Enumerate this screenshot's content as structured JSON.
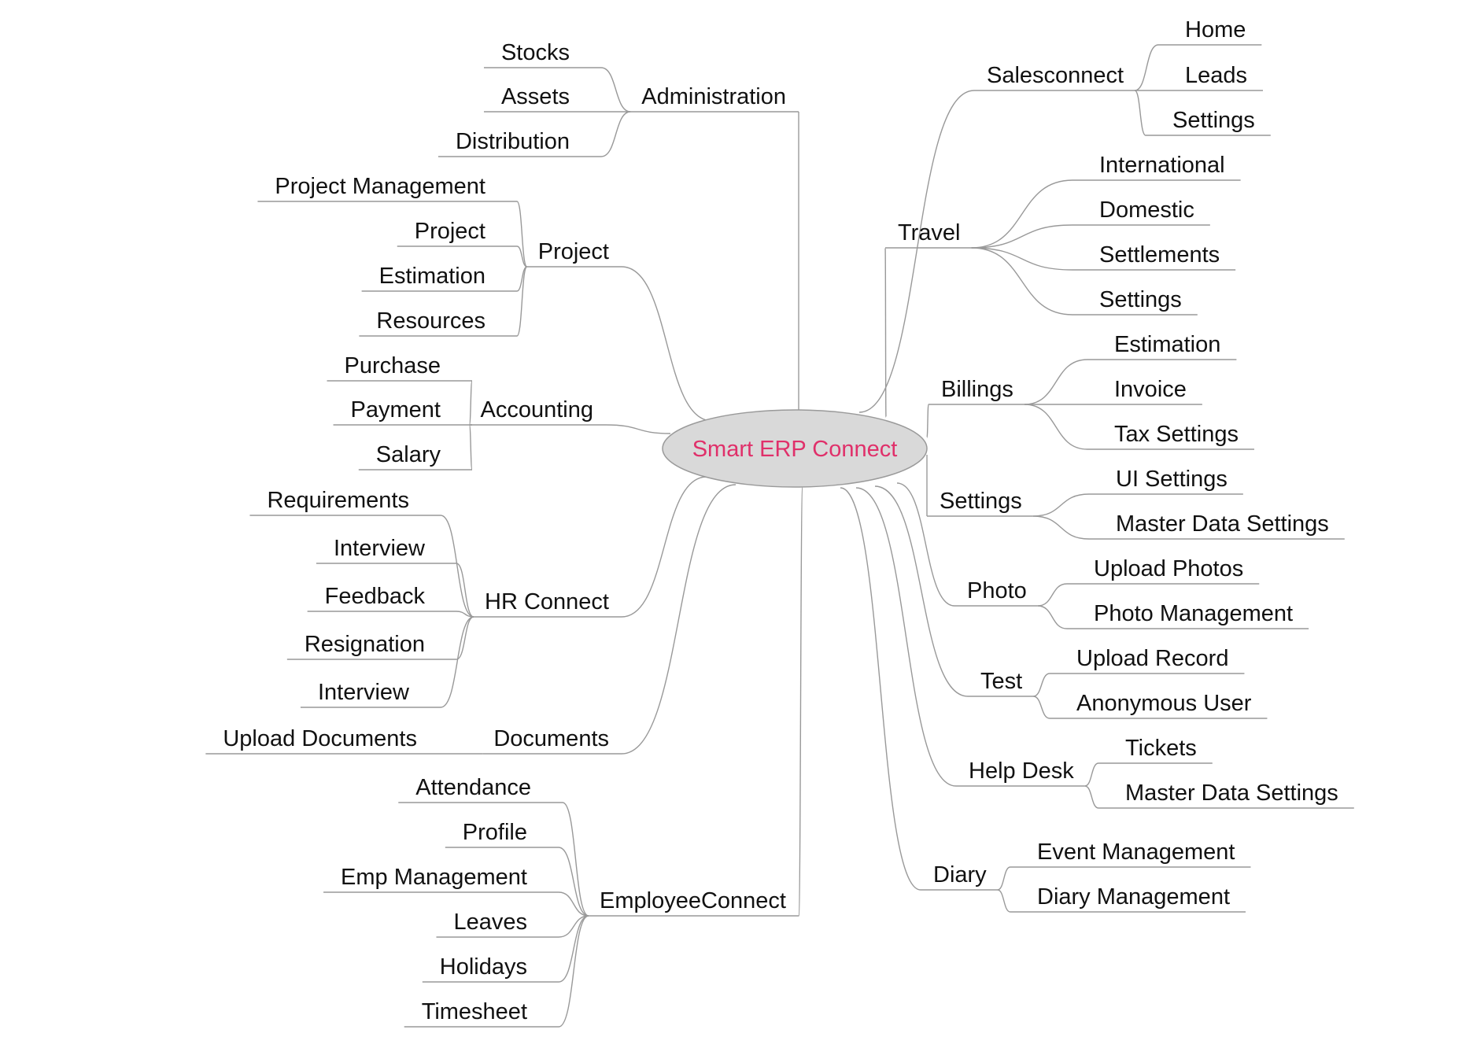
{
  "root": {
    "label": "Smart ERP Connect",
    "text_color": "#e0306a",
    "fill": "#d9d9d9",
    "stroke": "#9a9a9a"
  },
  "colors": {
    "connector": "#999999",
    "text": "#111111"
  },
  "left_branches": [
    {
      "label": "Administration",
      "children": [
        "Stocks",
        "Assets",
        "Distribution"
      ]
    },
    {
      "label": "Project",
      "children": [
        "Project Management",
        "Project",
        "Estimation",
        "Resources"
      ]
    },
    {
      "label": "Accounting",
      "children": [
        "Purchase",
        "Payment",
        "Salary"
      ]
    },
    {
      "label": "HR Connect",
      "children": [
        "Requirements",
        "Interview",
        "Feedback",
        "Resignation",
        "Interview"
      ]
    },
    {
      "label": "Documents",
      "children": [
        "Upload Documents"
      ]
    },
    {
      "label": "EmployeeConnect",
      "children": [
        "Attendance",
        "Profile",
        "Emp Management",
        "Leaves",
        "Holidays",
        "Timesheet"
      ]
    }
  ],
  "right_branches": [
    {
      "label": "Salesconnect",
      "children": [
        "Home",
        "Leads",
        "Settings"
      ]
    },
    {
      "label": "Travel",
      "children": [
        "International",
        "Domestic",
        "Settlements",
        "Settings"
      ]
    },
    {
      "label": "Billings",
      "children": [
        "Estimation",
        "Invoice",
        "Tax Settings"
      ]
    },
    {
      "label": "Settings",
      "children": [
        "UI Settings",
        "Master Data Settings"
      ]
    },
    {
      "label": "Photo",
      "children": [
        "Upload Photos",
        "Photo Management"
      ]
    },
    {
      "label": "Test",
      "children": [
        "Upload Record",
        "Anonymous User"
      ]
    },
    {
      "label": "Help Desk",
      "children": [
        "Tickets",
        "Master Data Settings"
      ]
    },
    {
      "label": "Diary",
      "children": [
        "Event Management",
        "Diary Management"
      ]
    }
  ]
}
